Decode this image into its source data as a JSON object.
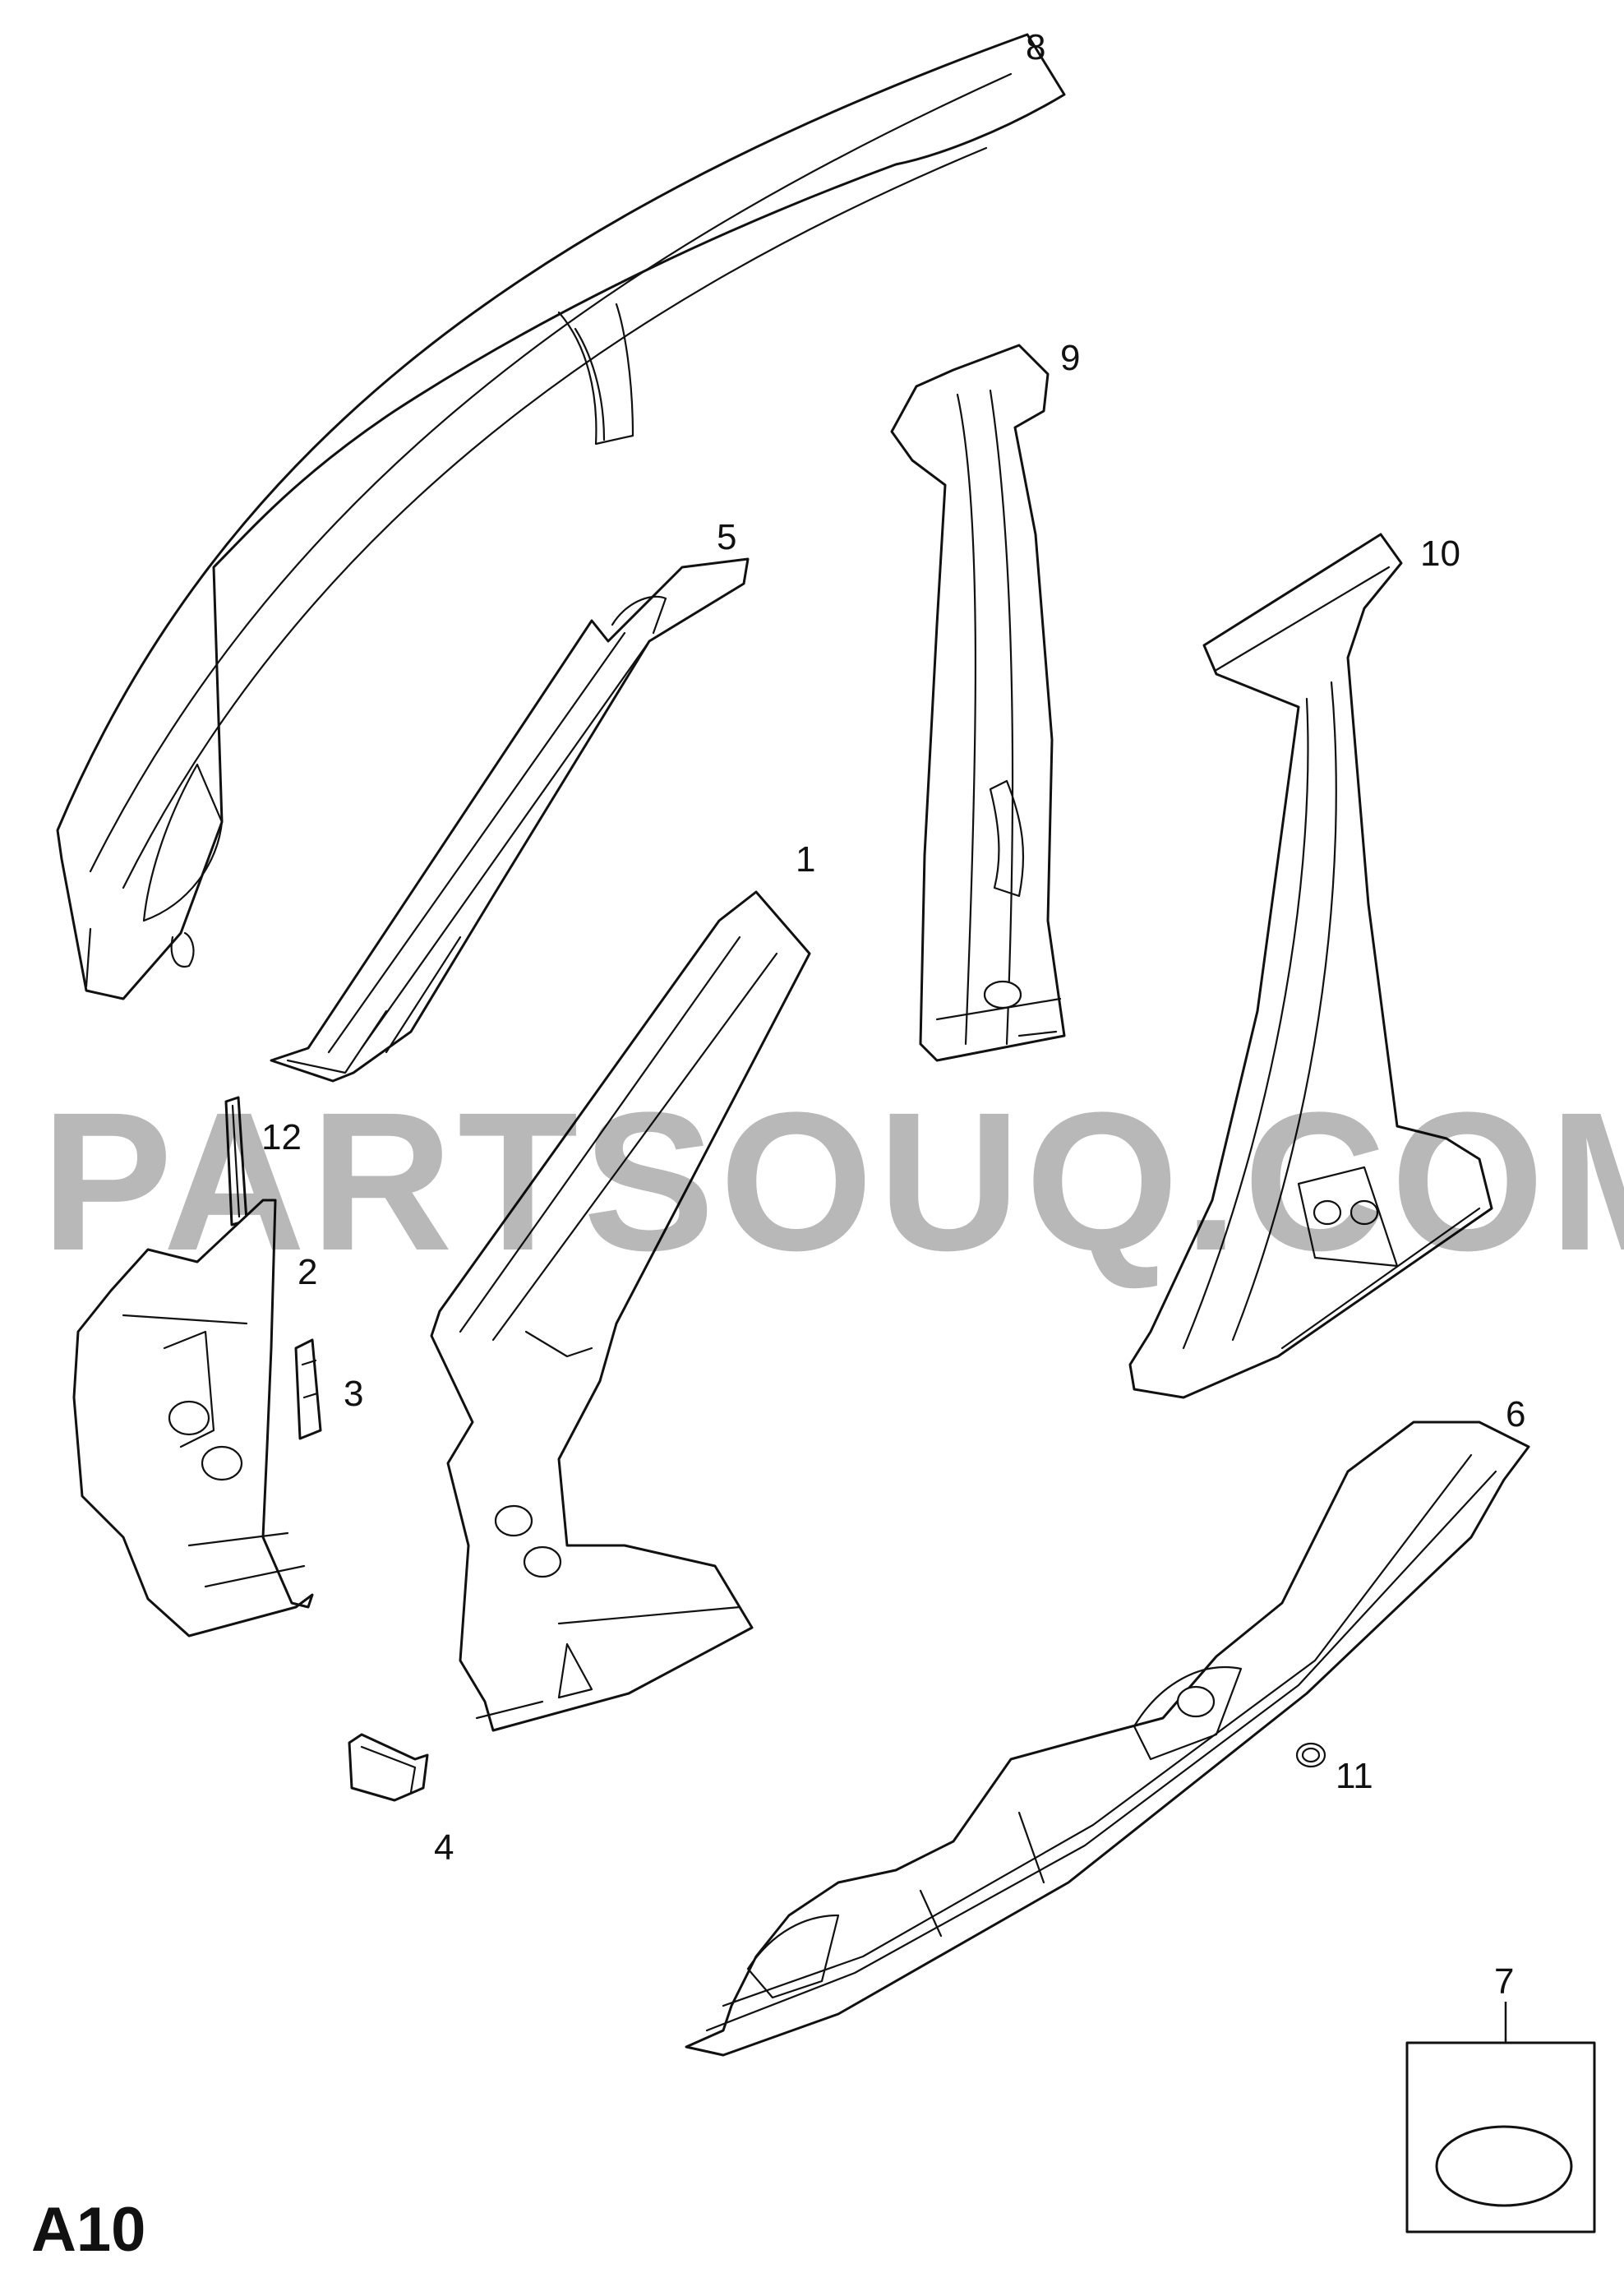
{
  "diagram": {
    "page_code": "A10",
    "watermark": "PARTSOUQ.COM",
    "callouts": [
      "1",
      "2",
      "3",
      "4",
      "5",
      "6",
      "7",
      "8",
      "9",
      "10",
      "11",
      "12"
    ]
  }
}
